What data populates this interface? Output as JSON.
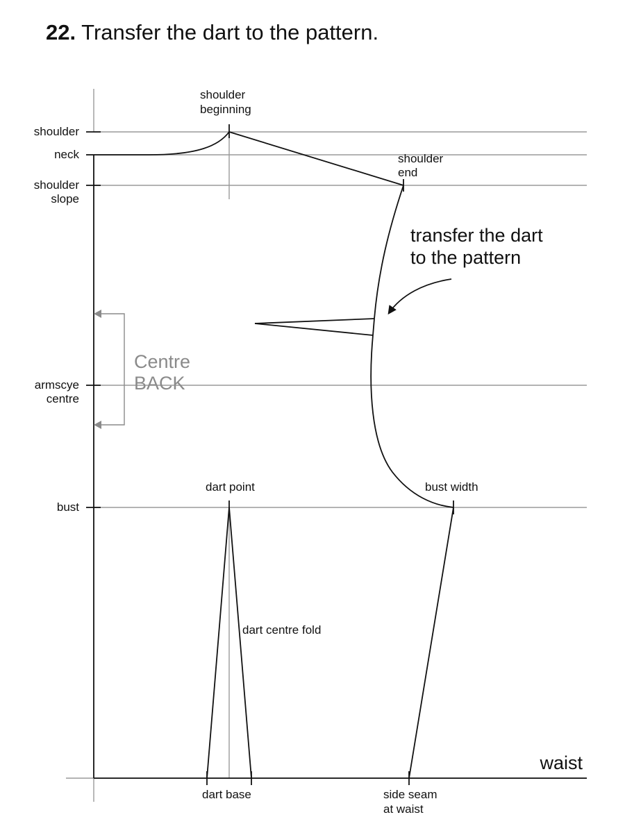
{
  "heading": {
    "step_number": "22.",
    "instruction": "Transfer the dart to the pattern."
  },
  "left_labels": {
    "shoulder": "shoulder",
    "neck": "neck",
    "shoulder_slope_1": "shoulder",
    "shoulder_slope_2": "slope",
    "armscye_1": "armscye",
    "armscye_2": "centre",
    "bust": "bust"
  },
  "point_labels": {
    "shoulder_beginning_1": "shoulder",
    "shoulder_beginning_2": "beginning",
    "shoulder_end_1": "shoulder",
    "shoulder_end_2": "end",
    "dart_point": "dart point",
    "bust_width": "bust width",
    "dart_centre_fold": "dart centre fold",
    "dart_base": "dart base",
    "side_seam_1": "side seam",
    "side_seam_2": "at waist",
    "waist": "waist"
  },
  "annotation": {
    "line_1": "transfer the dart",
    "line_2": "to the pattern"
  },
  "centre_back": {
    "line_1": "Centre",
    "line_2": "BACK"
  },
  "colors": {
    "pattern_line": "#111111",
    "guide_line": "#9a9a9a",
    "centre_back_text": "#8a8a8a"
  }
}
